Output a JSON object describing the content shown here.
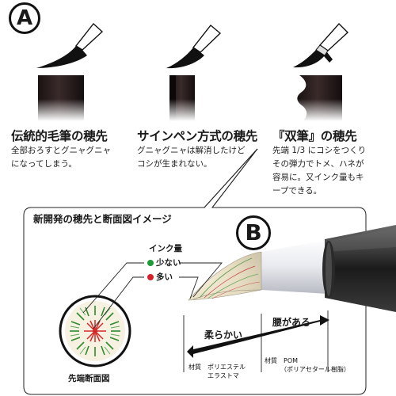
{
  "section_a": {
    "label": "A",
    "columns": [
      {
        "title": "伝統的毛筆の穂先",
        "desc": "全部おろすとグニャグニャ\nになってしまう。"
      },
      {
        "title": "サインペン方式の穂先",
        "desc": "グニャグニャは解消したけど\nコシが生まれない。"
      },
      {
        "title": "『双筆』の穂先",
        "desc": "先端 1/3 にコシをつくり\nその弾力でトメ、ハネが\n容易に。又インク量もキ\nープできる。"
      }
    ]
  },
  "section_b": {
    "label": "B",
    "panel_title": "新開発の穂先と断面図イメージ",
    "ink_amount": "インク量",
    "ink_less": "少ない",
    "ink_more": "多い",
    "cross_section_label": "先端断面図",
    "soft_label": "柔らかい",
    "firm_label": "腰がある",
    "material1": "材質　ポリエステル\n　　　エラストマ",
    "material2": "材質　POM\n　　　（ポリアセタール樹脂）",
    "colors": {
      "less_dot": "#1e9a3a",
      "more_dot": "#d6202a"
    }
  }
}
